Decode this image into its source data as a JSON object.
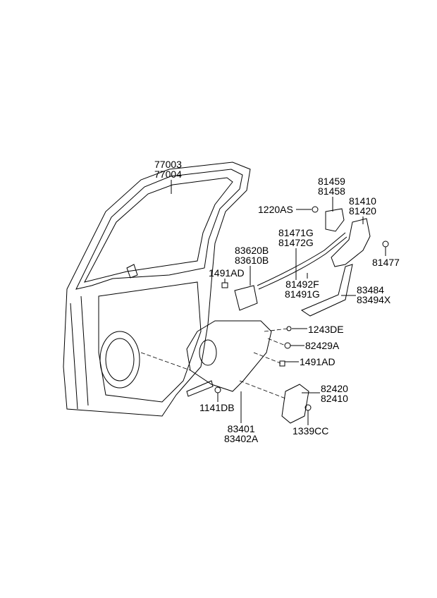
{
  "diagram": {
    "labels": {
      "door_panel": [
        "77003",
        "77004"
      ],
      "latch_cover": [
        "81459",
        "81458"
      ],
      "screw_top": [
        "1220AS"
      ],
      "door_latch": [
        "81410",
        "81420"
      ],
      "cable_inner": [
        "81471G",
        "81472G"
      ],
      "handle_inner": [
        "83620B",
        "83610B"
      ],
      "clip_top": [
        "1491AD"
      ],
      "bolt_latch": [
        "81477"
      ],
      "cable_outer": [
        "81492F",
        "81491G"
      ],
      "channel": [
        "83484",
        "83494X"
      ],
      "screw_1243": [
        "1243DE"
      ],
      "nut_82429": [
        "82429A"
      ],
      "clip_bottom": [
        "1491AD"
      ],
      "motor": [
        "82420",
        "82410"
      ],
      "bolt_1141": [
        "1141DB"
      ],
      "regulator": [
        "83401",
        "83402A"
      ],
      "nut_1339": [
        "1339CC"
      ]
    }
  }
}
